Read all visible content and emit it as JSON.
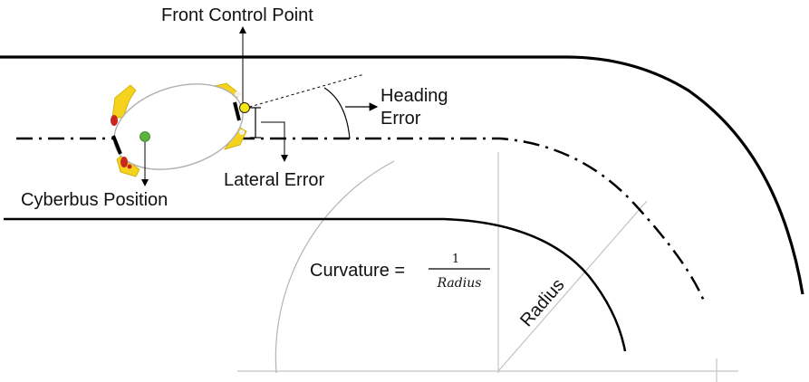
{
  "labels": {
    "front_control_point": "Front Control Point",
    "heading_error_line1": "Heading",
    "heading_error_line2": "Error",
    "lateral_error": "Lateral Error",
    "cyberbus_position": "Cyberbus Position",
    "curvature_prefix": "Curvature =",
    "curvature_numerator": "1",
    "curvature_denominator": "Radius",
    "radius": "Radius"
  },
  "colors": {
    "road_edge": "#000000",
    "construction_line": "#b4b4b4",
    "vehicle_body": "#ffffff",
    "vehicle_corner": "#f5d21e",
    "vehicle_light": "#c8281e",
    "position_marker": "#5ab43c",
    "front_control_marker": "#f5e614"
  }
}
